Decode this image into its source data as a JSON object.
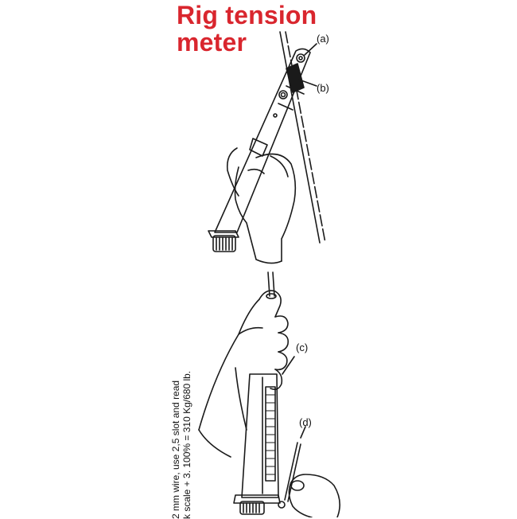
{
  "title_line1": "Rig tension",
  "title_line2": "meter",
  "labels": {
    "a": "(a)",
    "b": "(b)",
    "c": "(c)",
    "d": "(d)"
  },
  "side_text": {
    "line1": "2 mm wire, use 2,5 slot and read",
    "line2": "k scale + 3. 100% = 310 Kg/680 lb."
  },
  "colors": {
    "title": "#d9262e",
    "ink": "#1a1a1a"
  }
}
